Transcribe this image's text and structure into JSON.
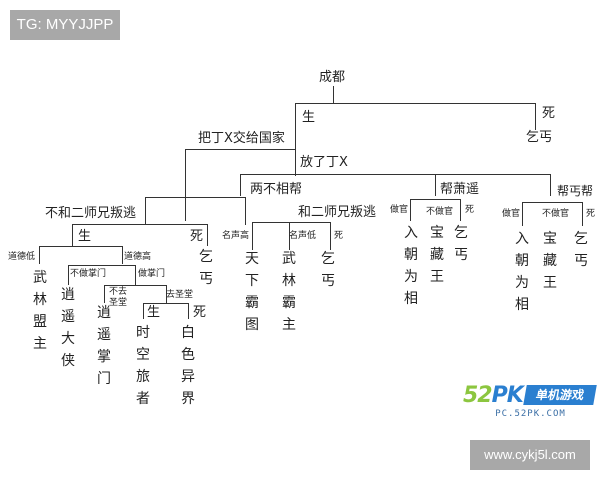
{
  "watermarks": {
    "top_left": "TG: MYYJJPP",
    "bottom_right": "www.cykj5l.com",
    "logo": {
      "brand_52": "52",
      "brand_pk": "PK",
      "tag": "单机游戏",
      "url": "PC.52PK.COM"
    }
  },
  "tree": {
    "root": "成都",
    "root_live": "生",
    "root_die": "死",
    "root_die_result": "乞丐",
    "hand_over": "把丁X交给国家",
    "release": "放了丁X",
    "not_with_brother": "不和二师兄叛逃",
    "neutral": "两不相帮",
    "with_brother": "和二师兄叛逃",
    "help_xiao": "帮萧遥",
    "help_beggar": "帮丐帮",
    "nb_live": "生",
    "nb_die": "死",
    "nb_die_result": "乞丐",
    "moral_low": "道德低",
    "moral_high": "道德高",
    "moral_low_result": "武林盟主",
    "no_sect": "不做掌门",
    "be_sect": "做掌门",
    "no_sect_result": "逍遥大侠",
    "not_go": "不去圣堂",
    "go_holy": "去圣堂",
    "not_go_result": "逍遥掌门",
    "holy_live": "生",
    "holy_die": "死",
    "holy_live_result": "时空旅者",
    "holy_die_result": "白色异界",
    "wb_fame_high": "名声高",
    "wb_fame_low": "名声低",
    "wb_die": "死",
    "wb_fame_high_result": "天下霸图",
    "wb_fame_low_result": "武林霸主",
    "wb_die_result": "乞丐",
    "hx_official": "做官",
    "hx_no_official": "不做官",
    "hx_die": "死",
    "hx_official_result": "入朝为相",
    "hx_no_official_result": "宝藏王",
    "hx_die_result": "乞丐",
    "hb_official": "做官",
    "hb_no_official": "不做官",
    "hb_die": "死",
    "hb_official_result": "入朝为相",
    "hb_no_official_result": "宝藏王",
    "hb_die_result": "乞丐"
  }
}
